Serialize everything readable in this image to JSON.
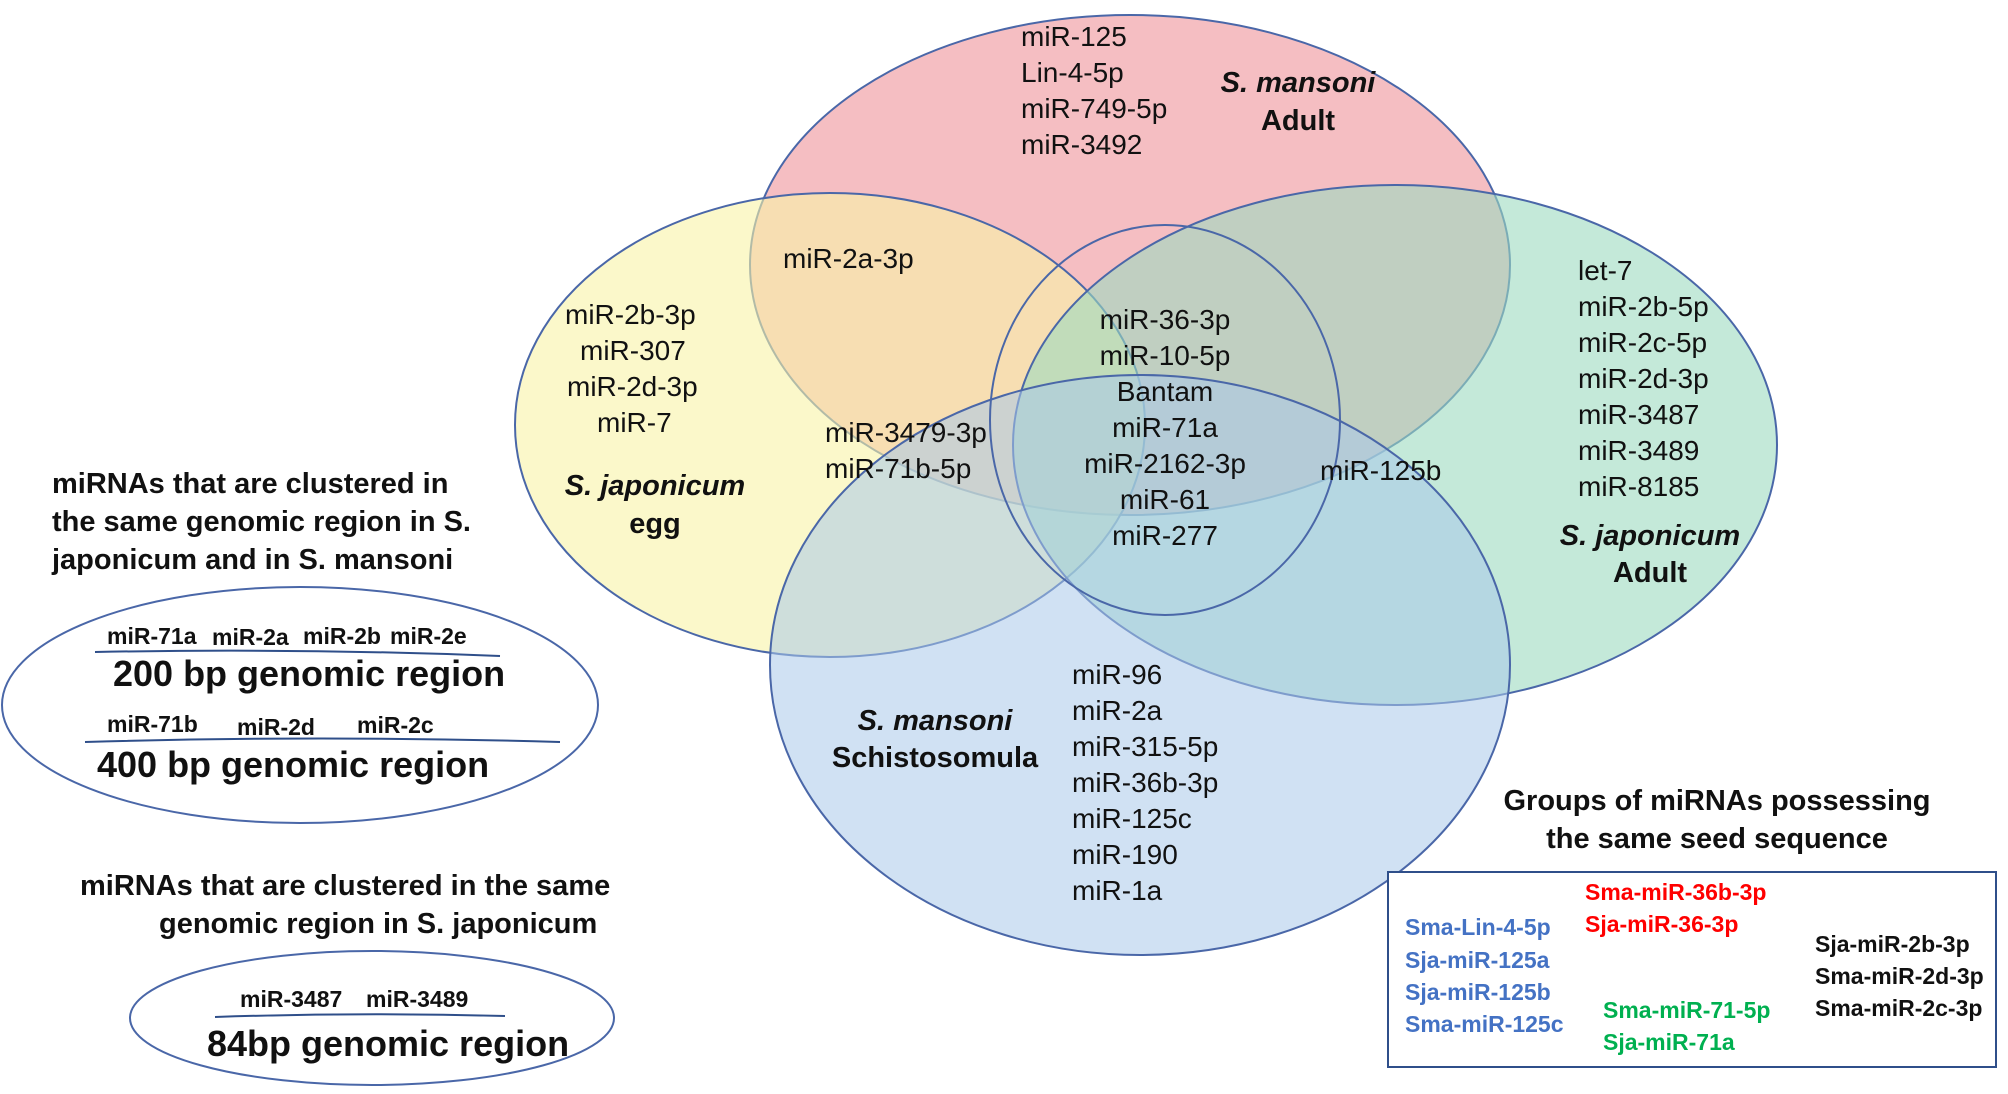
{
  "venn": {
    "sm_adult": {
      "species": "S. mansoni",
      "stage": "Adult",
      "unique": [
        "miR-125",
        "Lin-4-5p",
        "miR-749-5p",
        "miR-3492"
      ],
      "color": "#f2a8ae"
    },
    "sj_egg": {
      "species": "S. japonicum",
      "stage": "egg",
      "unique": [
        "miR-2b-3p",
        "miR-307",
        "miR-2d-3p",
        "miR-7"
      ],
      "color": "#f8f3a6"
    },
    "sj_adult": {
      "species": "S. japonicum",
      "stage": "Adult",
      "unique": [
        "let-7",
        "miR-2b-5p",
        "miR-2c-5p",
        "miR-2d-3p",
        "miR-3487",
        "miR-3489",
        "miR-8185"
      ],
      "color": "#9ddbc0"
    },
    "sm_schisto": {
      "species": "S. mansoni",
      "stage": "Schistosomula",
      "unique": [
        "miR-96",
        "miR-2a",
        "miR-315-5p",
        "miR-36b-3p",
        "miR-125c",
        "miR-190",
        "miR-1a"
      ],
      "color": "#a9c9e9"
    },
    "egg_smadult": [
      "miR-2a-3p"
    ],
    "three_way": [
      "miR-3479-3p",
      "miR-71b-5p"
    ],
    "center": [
      "miR-36-3p",
      "miR-10-5p",
      "Bantam",
      "miR-71a",
      "miR-2162-3p",
      "miR-61",
      "miR-277"
    ],
    "right_overlap": [
      "miR-125b"
    ]
  },
  "cluster_both": {
    "heading": [
      "miRNAs that are clustered in",
      "the same genomic region in S.",
      "japonicum and in S. mansoni"
    ],
    "row1_genes": [
      "miR-71a",
      "miR-2a",
      "miR-2b",
      "miR-2e"
    ],
    "row1_region": "200 bp genomic region",
    "row2_genes": [
      "miR-71b",
      "miR-2d",
      "miR-2c"
    ],
    "row2_region": "400 bp genomic region"
  },
  "cluster_sj": {
    "heading": [
      "miRNAs that are clustered in the same",
      "genomic region in S. japonicum"
    ],
    "genes": [
      "miR-3487",
      "miR-3489"
    ],
    "region": "84bp genomic region"
  },
  "seed_groups": {
    "heading": [
      "Groups of miRNAs possessing",
      "the same seed sequence"
    ],
    "groups": [
      {
        "color": "#4472c4",
        "members": [
          "Sma-Lin-4-5p",
          "Sja-miR-125a",
          "Sja-miR-125b",
          "Sma-miR-125c"
        ]
      },
      {
        "color": "#ff0000",
        "members": [
          "Sma-miR-36b-3p",
          "Sja-miR-36-3p"
        ]
      },
      {
        "color": "#00b050",
        "members": [
          "Sma-miR-71-5p",
          "Sja-miR-71a"
        ]
      },
      {
        "color": "#111111",
        "members": [
          "Sja-miR-2b-3p",
          "Sma-miR-2d-3p",
          "Sma-miR-2c-3p"
        ]
      }
    ]
  }
}
